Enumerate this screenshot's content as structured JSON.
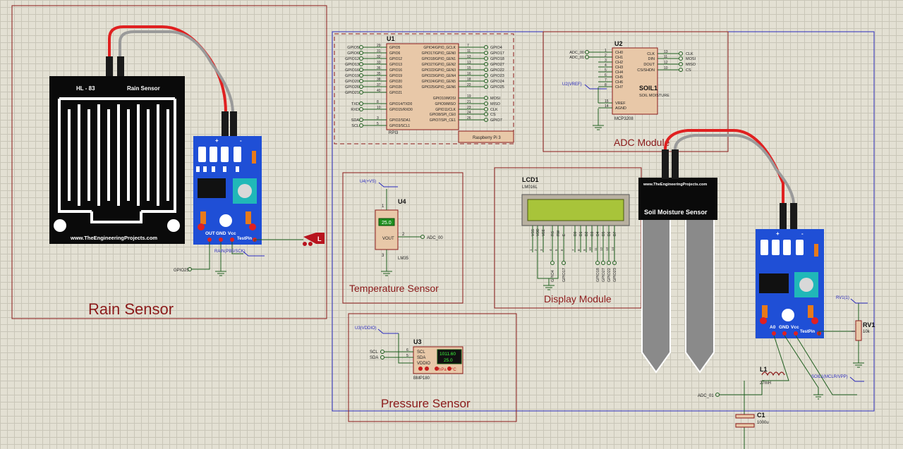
{
  "rain_module": {
    "title": "Rain Sensor",
    "board_model": "HL - 83",
    "board_name": "Rain Sensor",
    "board_url": "www.TheEngineeringProjects.com",
    "pin_labels": [
      "OUT",
      "GND",
      "Vcc",
      "TestPin"
    ],
    "top_pins": [
      "+",
      "-"
    ],
    "net_label": "RAIN(PB5/SCK)",
    "gpio_label": "GPIO25"
  },
  "rpi": {
    "ref": "U1",
    "name": "RPI3",
    "model": "Raspberry Pi 3",
    "left_pins": [
      {
        "net": "GPIO5",
        "num": "29",
        "pin": "GPIO5"
      },
      {
        "net": "GPIO6",
        "num": "31",
        "pin": "GPIO6"
      },
      {
        "net": "GPIO12",
        "num": "32",
        "pin": "GPIO12"
      },
      {
        "net": "GPIO13",
        "num": "33",
        "pin": "GPIO13"
      },
      {
        "net": "GPIO16",
        "num": "36",
        "pin": "GPIO16"
      },
      {
        "net": "GPIO19",
        "num": "35",
        "pin": "GPIO19"
      },
      {
        "net": "GPIO20",
        "num": "38",
        "pin": "GPIO20"
      },
      {
        "net": "GPIO26",
        "num": "37",
        "pin": "GPIO26"
      },
      {
        "net": "GPIO21",
        "num": "40",
        "pin": "GPIO21"
      },
      {
        "net": "TXD",
        "num": "8",
        "pin": "GPIO14/TXD0"
      },
      {
        "net": "RXD",
        "num": "10",
        "pin": "GPIO15/RXD0"
      },
      {
        "net": "SDA",
        "num": "3",
        "pin": "GPIO2/SDA1"
      },
      {
        "net": "SCL",
        "num": "5",
        "pin": "GPIO3/SCL1"
      }
    ],
    "right_pins": [
      {
        "pin": "GPIO4/GPIO_GCLK",
        "num": "7",
        "net": "GPIO4"
      },
      {
        "pin": "GPIO17/GPIO_GEN0",
        "num": "11",
        "net": "GPIO17"
      },
      {
        "pin": "GPIO18/GPIO_GEN1",
        "num": "12",
        "net": "GPIO18"
      },
      {
        "pin": "GPIO27/GPIO_GEN2",
        "num": "13",
        "net": "GPIO27"
      },
      {
        "pin": "GPIO22/GPIO_GEN3",
        "num": "15",
        "net": "GPIO22"
      },
      {
        "pin": "GPIO23/GPIO_GEN4",
        "num": "16",
        "net": "GPIO23"
      },
      {
        "pin": "GPIO24/GPIO_GEN5",
        "num": "18",
        "net": "GPIO24"
      },
      {
        "pin": "GPIO25/GPIO_GEN6",
        "num": "22",
        "net": "GPIO25"
      },
      {
        "pin": "GPIO10/MOSI",
        "num": "19",
        "net": "MOSI"
      },
      {
        "pin": "GPIO9/MISO",
        "num": "21",
        "net": "MISO"
      },
      {
        "pin": "GPIO11/CLK",
        "num": "23",
        "net": "CLK"
      },
      {
        "pin": "GPIO8/SPI_CE0",
        "num": "24",
        "net": "CS"
      },
      {
        "pin": "GPIO7/SPI_CE1",
        "num": "26",
        "net": "GPIO7"
      }
    ]
  },
  "adc": {
    "title": "ADC Module",
    "ref": "U2",
    "part": "MCP3208",
    "soil_ref": "SOIL1",
    "soil_part": "SOIL MOISTURE",
    "vref_net": "U2(VREF)",
    "left_pins": [
      {
        "net": "ADC_00",
        "num": "1",
        "pin": "CH0"
      },
      {
        "net": "ADC_01",
        "num": "2",
        "pin": "CH1"
      },
      {
        "net": "",
        "num": "3",
        "pin": "CH2"
      },
      {
        "net": "",
        "num": "4",
        "pin": "CH3"
      },
      {
        "net": "",
        "num": "5",
        "pin": "CH4"
      },
      {
        "net": "",
        "num": "6",
        "pin": "CH5"
      },
      {
        "net": "",
        "num": "7",
        "pin": "CH6"
      },
      {
        "net": "",
        "num": "8",
        "pin": "CH7"
      },
      {
        "net": "",
        "num": "15",
        "pin": "VREF"
      },
      {
        "net": "",
        "num": "14",
        "pin": "AGND"
      }
    ],
    "right_pins": [
      {
        "pin": "CLK",
        "num": "13",
        "net": "CLK"
      },
      {
        "pin": "DIN",
        "num": "11",
        "net": "MOSI"
      },
      {
        "pin": "DOUT",
        "num": "12",
        "net": "MISO"
      },
      {
        "pin": "CS/SHDN",
        "num": "10",
        "net": "CS"
      }
    ]
  },
  "temp": {
    "title": "Temperature Sensor",
    "ref": "U4",
    "part": "LM35",
    "display": "25.0",
    "pin_label": "VOUT",
    "net_vs": "U4(+VS)",
    "net_out": "ADC_00",
    "pins": [
      "1",
      "2",
      "3"
    ]
  },
  "display": {
    "title": "Display Module",
    "ref": "LCD1",
    "part": "LM016L",
    "pins": [
      "VSS",
      "VDD",
      "VEE",
      "RS",
      "RW",
      "E",
      "D0",
      "D1",
      "D2",
      "D3",
      "D4",
      "D5",
      "D6",
      "D7"
    ],
    "nets": [
      "GPIO4",
      "GPIO17",
      "GPIO18",
      "GPIO27",
      "GPIO22",
      "GPIO23"
    ],
    "pin_nums": [
      "1",
      "2",
      "3",
      "4",
      "5",
      "6",
      "7",
      "8",
      "9",
      "10",
      "11",
      "12",
      "13",
      "14"
    ]
  },
  "pressure": {
    "title": "Pressure Sensor",
    "ref": "U3",
    "part": "BMP180",
    "net_vddio": "U3(VDDIO)",
    "nets": [
      "SCL",
      "SDA"
    ],
    "pins": [
      {
        "num": "6",
        "name": "SCL"
      },
      {
        "num": "5",
        "name": "SDA"
      },
      {
        "num": "",
        "name": "VDDIO"
      }
    ],
    "display_line1": "1011.60",
    "display_line2": "25.0",
    "unit_hpa": "hPa",
    "unit_c": "°C"
  },
  "soil_sensor": {
    "label": "Soil Moisture Sensor",
    "url": "www.TheEngineeringProjects.com",
    "pin_labels": [
      "A0",
      "GND",
      "Vcc",
      "TestPin"
    ],
    "top_pins": [
      "+",
      "-"
    ]
  },
  "passives": {
    "l1_ref": "L1",
    "l1_val": "27mH",
    "c1_ref": "C1",
    "c1_val": "1000u",
    "rv1_ref": "RV1",
    "rv1_val": "10k",
    "rv1_net": "RV1(1)",
    "soil_net": "SOIL1(MCLR/VPP)",
    "adc01_net": "ADC_01"
  },
  "colors": {
    "module_border": "#8b1a1a",
    "blue_frame": "#2b2bbd",
    "board_blue": "#1f4fd6",
    "wire_red": "#e02020",
    "wire_gray": "#9a9a9a",
    "wire_green": "#1f5f1f",
    "lcd_green": "#a8c43a"
  }
}
